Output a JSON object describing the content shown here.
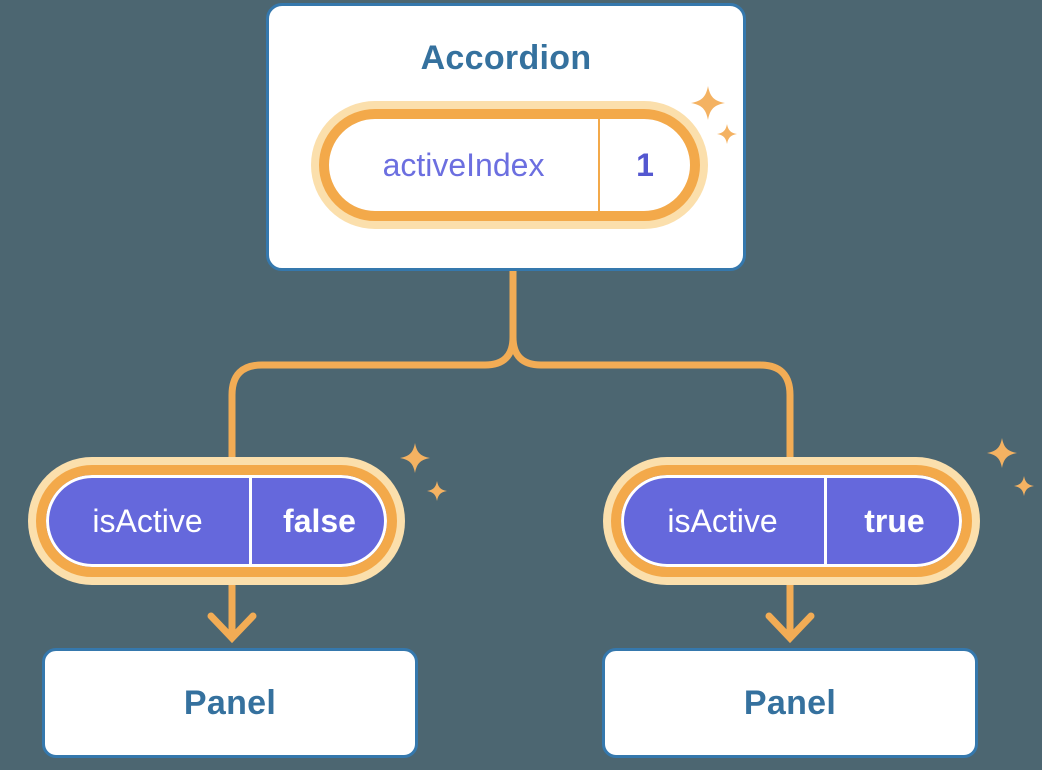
{
  "colors": {
    "background": "#4C6671",
    "card_border": "#3578AD",
    "card_fill": "#FFFFFF",
    "heading_text": "#35719E",
    "connector": "#F2AC55",
    "pill_ring": "#F3A94A",
    "pill_glow": "#FBDFAC",
    "pill_purple": "#6568DC",
    "state_name_text": "#6C6FE0",
    "state_value_text": "#5457D0",
    "pill_white_text": "#FFFFFF",
    "sparkle": "#F4B262"
  },
  "accordion": {
    "title": "Accordion",
    "state": {
      "name": "activeIndex",
      "value": "1"
    }
  },
  "children": [
    {
      "state": {
        "name": "isActive",
        "value": "false"
      },
      "panel_title": "Panel"
    },
    {
      "state": {
        "name": "isActive",
        "value": "true"
      },
      "panel_title": "Panel"
    }
  ]
}
